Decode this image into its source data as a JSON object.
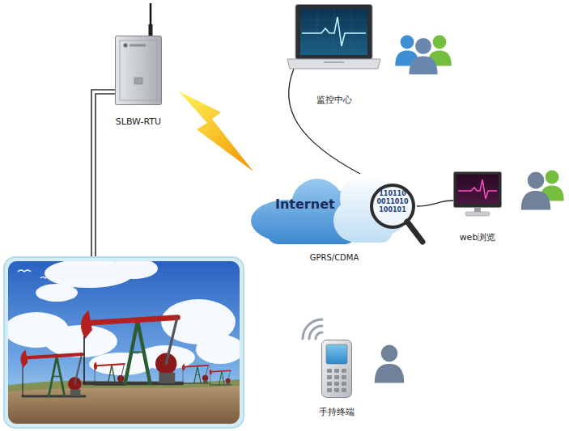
{
  "diagram": {
    "nodes": [
      {
        "text": [
          "SLBW-RTU"
        ]
      },
      {
        "text": [
          "监控中心"
        ]
      },
      {
        "text": [
          "Internet"
        ]
      },
      {
        "text": [
          "web浏览"
        ]
      },
      {
        "text": [
          "手持终端"
        ]
      }
    ],
    "edges": [
      {
        "from": 2,
        "to": 1,
        "arrow": "none"
      },
      {
        "from": 2,
        "to": 3,
        "arrow": "none"
      }
    ],
    "labels": [
      "GPRS/CDMA",
      "110110",
      "0011010",
      "100101"
    ]
  }
}
